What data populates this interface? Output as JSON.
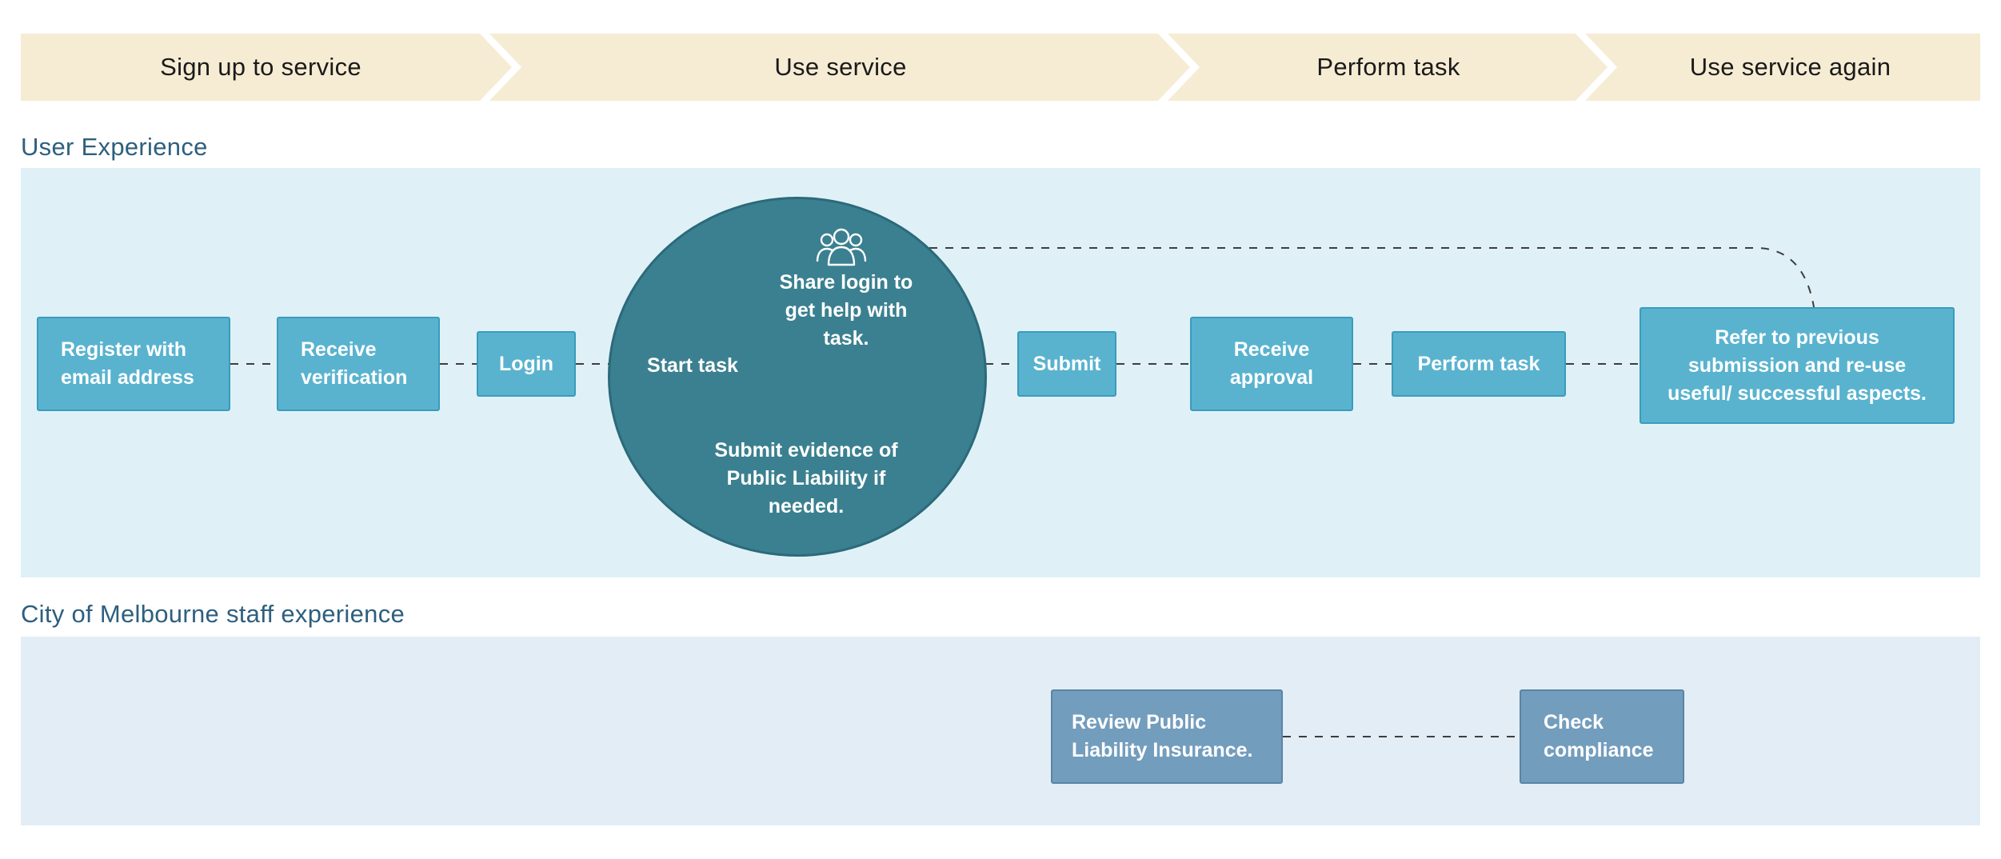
{
  "stages": [
    {
      "label": "Sign up to service"
    },
    {
      "label": "Use service"
    },
    {
      "label": "Perform task"
    },
    {
      "label": "Use service again"
    }
  ],
  "lanes": {
    "user_experience": {
      "title": "User Experience"
    },
    "staff_experience": {
      "title": "City of Melbourne staff experience"
    }
  },
  "ux_steps": {
    "register": "Register with\nemail address",
    "receive_verification": "Receive\nverification",
    "login": "Login",
    "submit": "Submit",
    "receive_approval": "Receive\napproval",
    "perform_task": "Perform task",
    "refer_previous": "Refer to previous\nsubmission and re-use\nuseful/ successful aspects."
  },
  "start_task": {
    "share_login": "Share login to\nget help with\ntask.",
    "label": "Start task",
    "submit_evidence": "Submit evidence of\nPublic Liability if\nneeded."
  },
  "staff_steps": {
    "review": "Review Public\nLiability Insurance.",
    "check": "Check\ncompliance"
  },
  "colors": {
    "stage_fill": "#f6ecd4",
    "ux_band": "#dff1f7",
    "staff_band": "#e3edf5",
    "ux_box": "#59b3cf",
    "staff_box": "#739dbd",
    "circle": "#3b8090",
    "section_title": "#2e5f7e"
  },
  "icons": {
    "share_login": "people-icon"
  }
}
